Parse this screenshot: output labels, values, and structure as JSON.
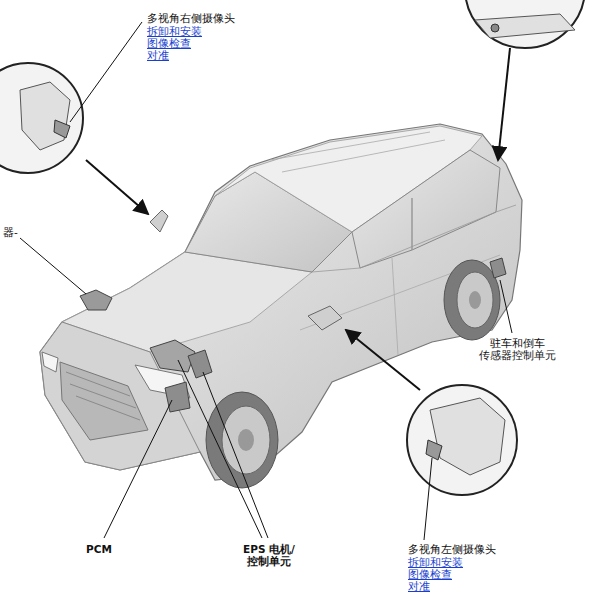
{
  "diagram": {
    "labels": [
      "多视角右侧摄像头",
      "拆卸和安装",
      "图像检查",
      "对准",
      "器-",
      "驻车和倒车 传感器控制单元",
      "PCM",
      "EPS 电机/ 控制单元",
      "多视角左侧摄像头",
      "拆卸和安装",
      "图像检查",
      "对准"
    ]
  }
}
